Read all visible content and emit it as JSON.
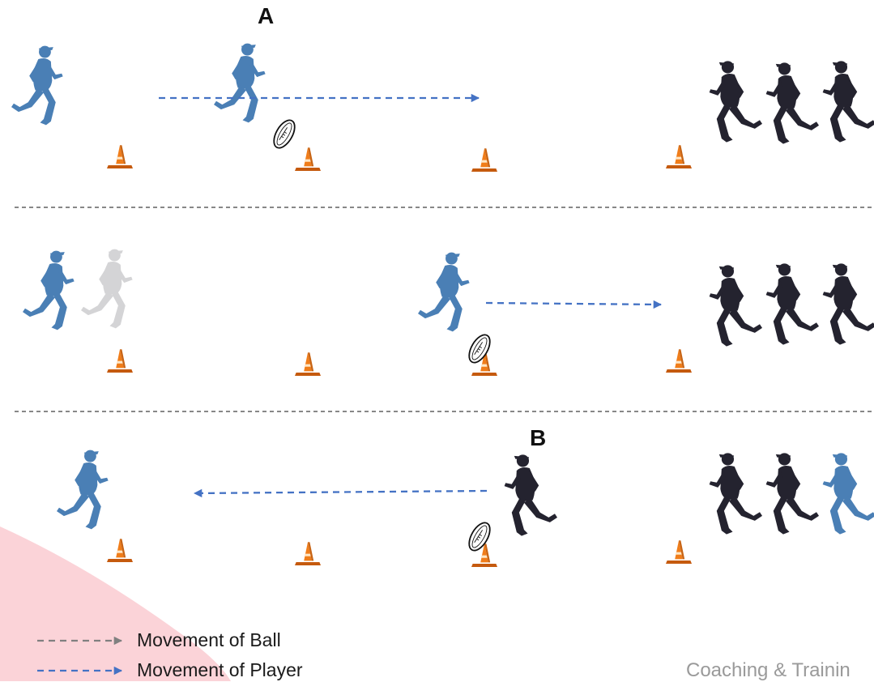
{
  "labels": {
    "a": "A",
    "b": "B"
  },
  "legend": {
    "ball": {
      "text": "Movement of Ball",
      "color": "#808080"
    },
    "player": {
      "text": "Movement of Player",
      "color": "#4472c4"
    }
  },
  "footer": {
    "text": "Coaching & Trainin"
  },
  "colors": {
    "attacker": "#4a7fb5",
    "defender": "#24232f",
    "waiting_player": "#d4d4d6",
    "cone": "#f07d1a",
    "arrow": "#4472c4",
    "divider": "#404040",
    "accent_swoosh": "#fbd3d8"
  },
  "icons": {
    "player": "runner-icon",
    "cone": "traffic-cone-icon",
    "ball": "rugby-ball-icon"
  }
}
